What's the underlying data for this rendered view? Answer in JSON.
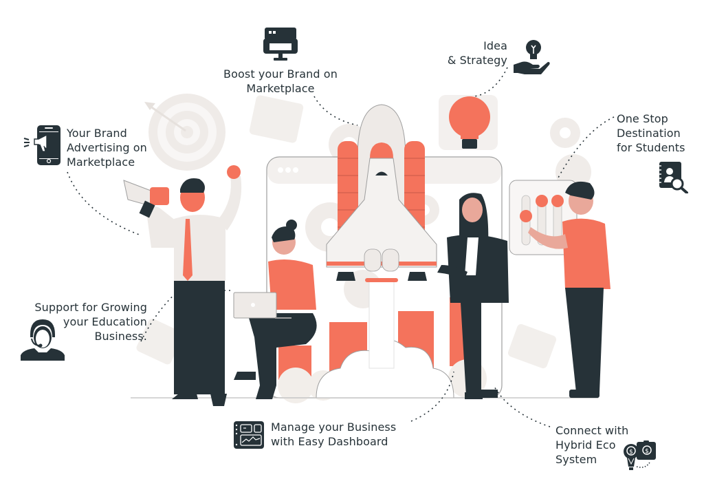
{
  "colors": {
    "primary_dark": "#263238",
    "accent": "#F4735C",
    "light_gray": "#EBE7E4",
    "skin": "#E9A89A",
    "background": "#FFFFFF"
  },
  "features": [
    {
      "id": "brand-advertising",
      "lines": [
        "Your Brand",
        "Advertising on",
        "Marketplace"
      ],
      "icon": "phone-megaphone-icon"
    },
    {
      "id": "boost-brand",
      "lines": [
        "Boost your Brand on",
        "Marketplace"
      ],
      "icon": "monitor-billboard-icon"
    },
    {
      "id": "idea-strategy",
      "lines": [
        "Idea",
        "& Strategy"
      ],
      "icon": "hand-lightbulb-icon"
    },
    {
      "id": "one-stop",
      "lines": [
        "One Stop",
        "Destination",
        "for Students"
      ],
      "icon": "contact-book-search-icon"
    },
    {
      "id": "support",
      "lines": [
        "Support for Growing",
        "your Education",
        "Business."
      ],
      "icon": "headset-support-icon"
    },
    {
      "id": "dashboard",
      "lines": [
        "Manage your Business",
        "with Easy Dashboard"
      ],
      "icon": "dashboard-icon"
    },
    {
      "id": "hybrid-eco",
      "lines": [
        "Connect with",
        "Hybrid Eco",
        "System"
      ],
      "icon": "puzzle-money-bulb-icon"
    }
  ],
  "illustration": {
    "center": "rocket-launch",
    "people": [
      "man-with-megaphone",
      "woman-with-laptop",
      "woman-in-suit-with-tablet",
      "man-adjusting-sliders"
    ]
  }
}
